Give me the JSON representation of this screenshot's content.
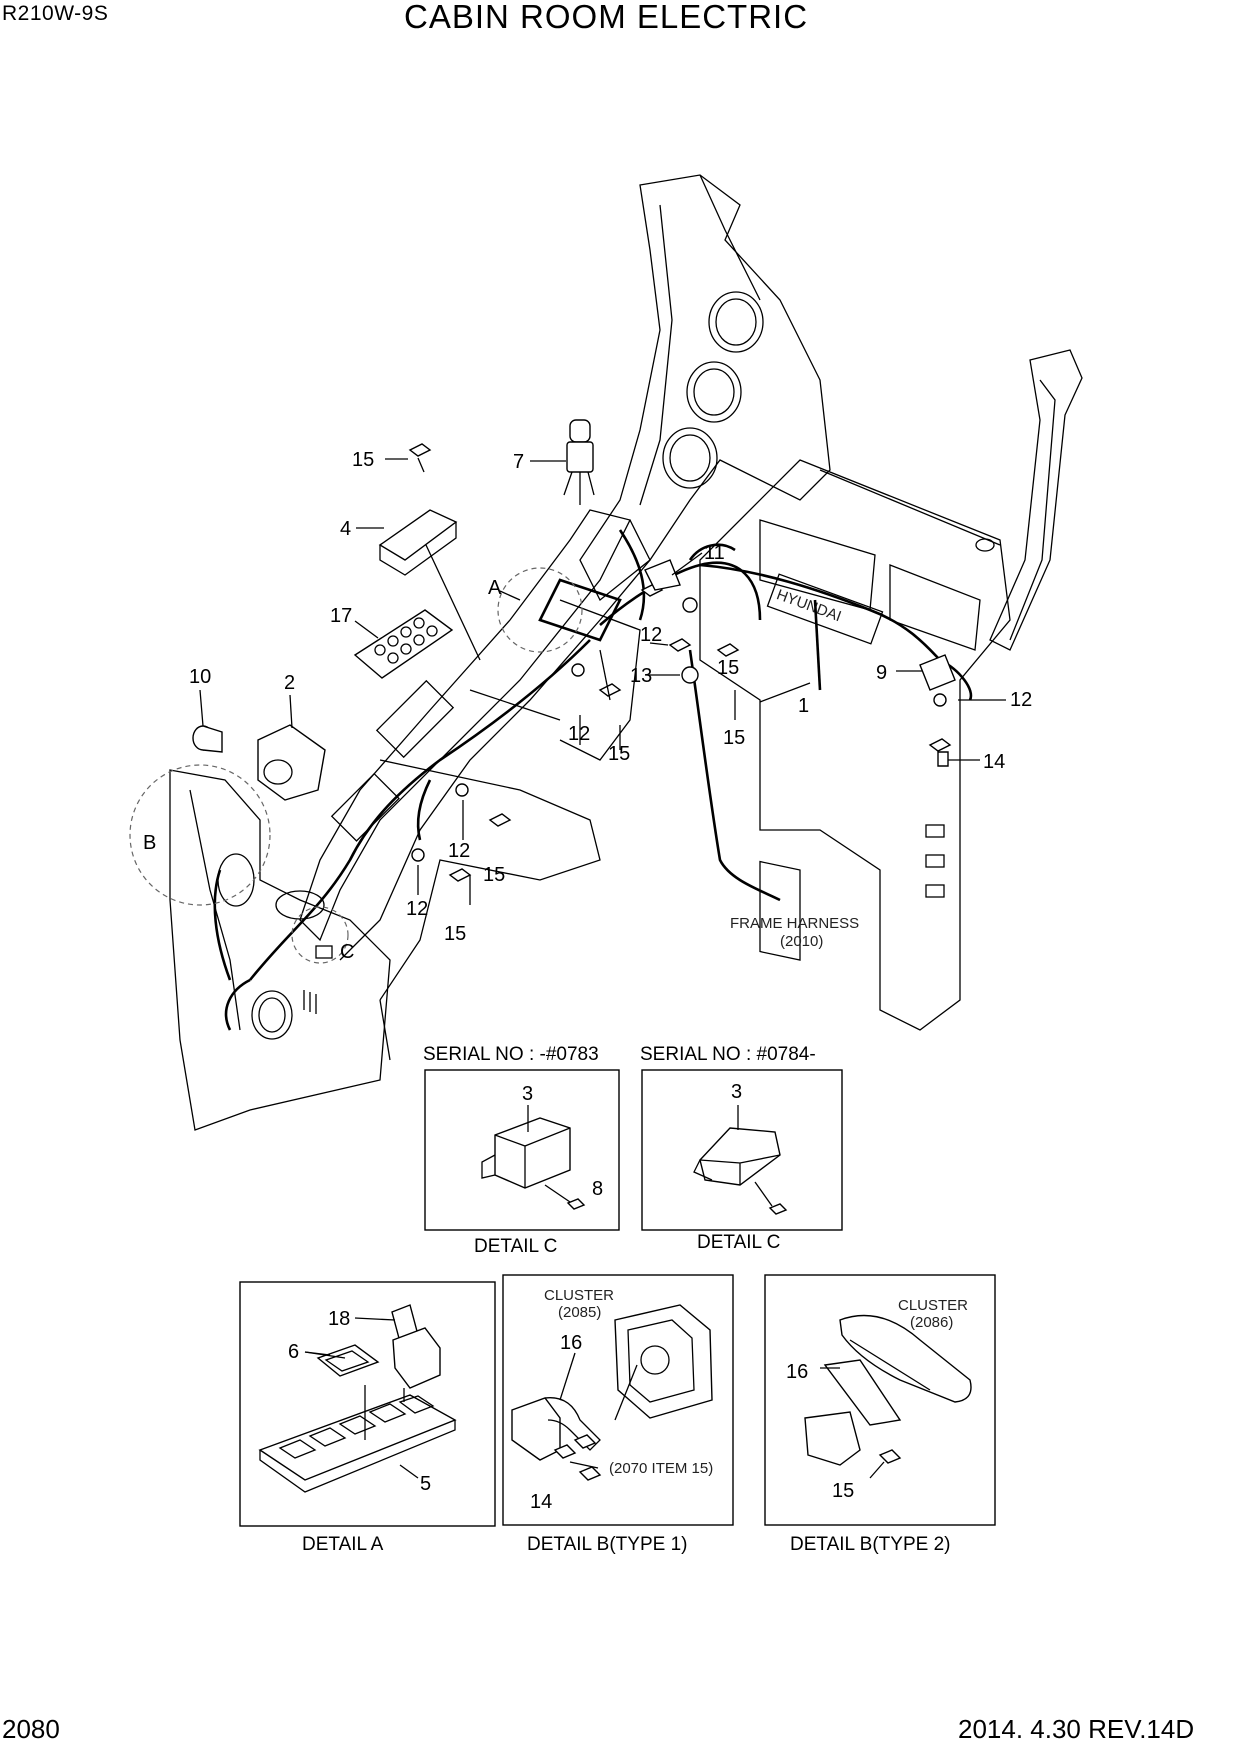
{
  "header": {
    "model": "R210W-9S",
    "title": "CABIN ROOM ELECTRIC"
  },
  "footer": {
    "page_number": "2080",
    "revision": "2014. 4.30  REV.14D"
  },
  "main_view": {
    "part_callouts": [
      "15",
      "7",
      "4",
      "11",
      "17",
      "A",
      "12",
      "2",
      "10",
      "15",
      "13",
      "9",
      "12",
      "1",
      "12",
      "15",
      "15",
      "14",
      "B",
      "12",
      "15",
      "12",
      "15",
      "C"
    ],
    "frame_harness_label": "FRAME HARNESS",
    "frame_harness_ref": "(2010)",
    "logo_text": "HYUNDAI"
  },
  "details": {
    "detail_c1": {
      "serial": "SERIAL NO : -#0783",
      "caption": "DETAIL C",
      "callouts": [
        "3",
        "8"
      ]
    },
    "detail_c2": {
      "serial": "SERIAL NO : #0784-",
      "caption": "DETAIL C",
      "callouts": [
        "3"
      ]
    },
    "detail_a": {
      "caption": "DETAIL  A",
      "callouts": [
        "18",
        "6",
        "5"
      ]
    },
    "detail_b1": {
      "caption": "DETAIL  B(TYPE 1)",
      "cluster_label": "CLUSTER",
      "cluster_ref": "(2085)",
      "item_note": "(2070 ITEM 15)",
      "callouts": [
        "16",
        "14"
      ]
    },
    "detail_b2": {
      "caption": "DETAIL  B(TYPE 2)",
      "cluster_label": "CLUSTER",
      "cluster_ref": "(2086)",
      "callouts": [
        "16",
        "15"
      ]
    }
  }
}
